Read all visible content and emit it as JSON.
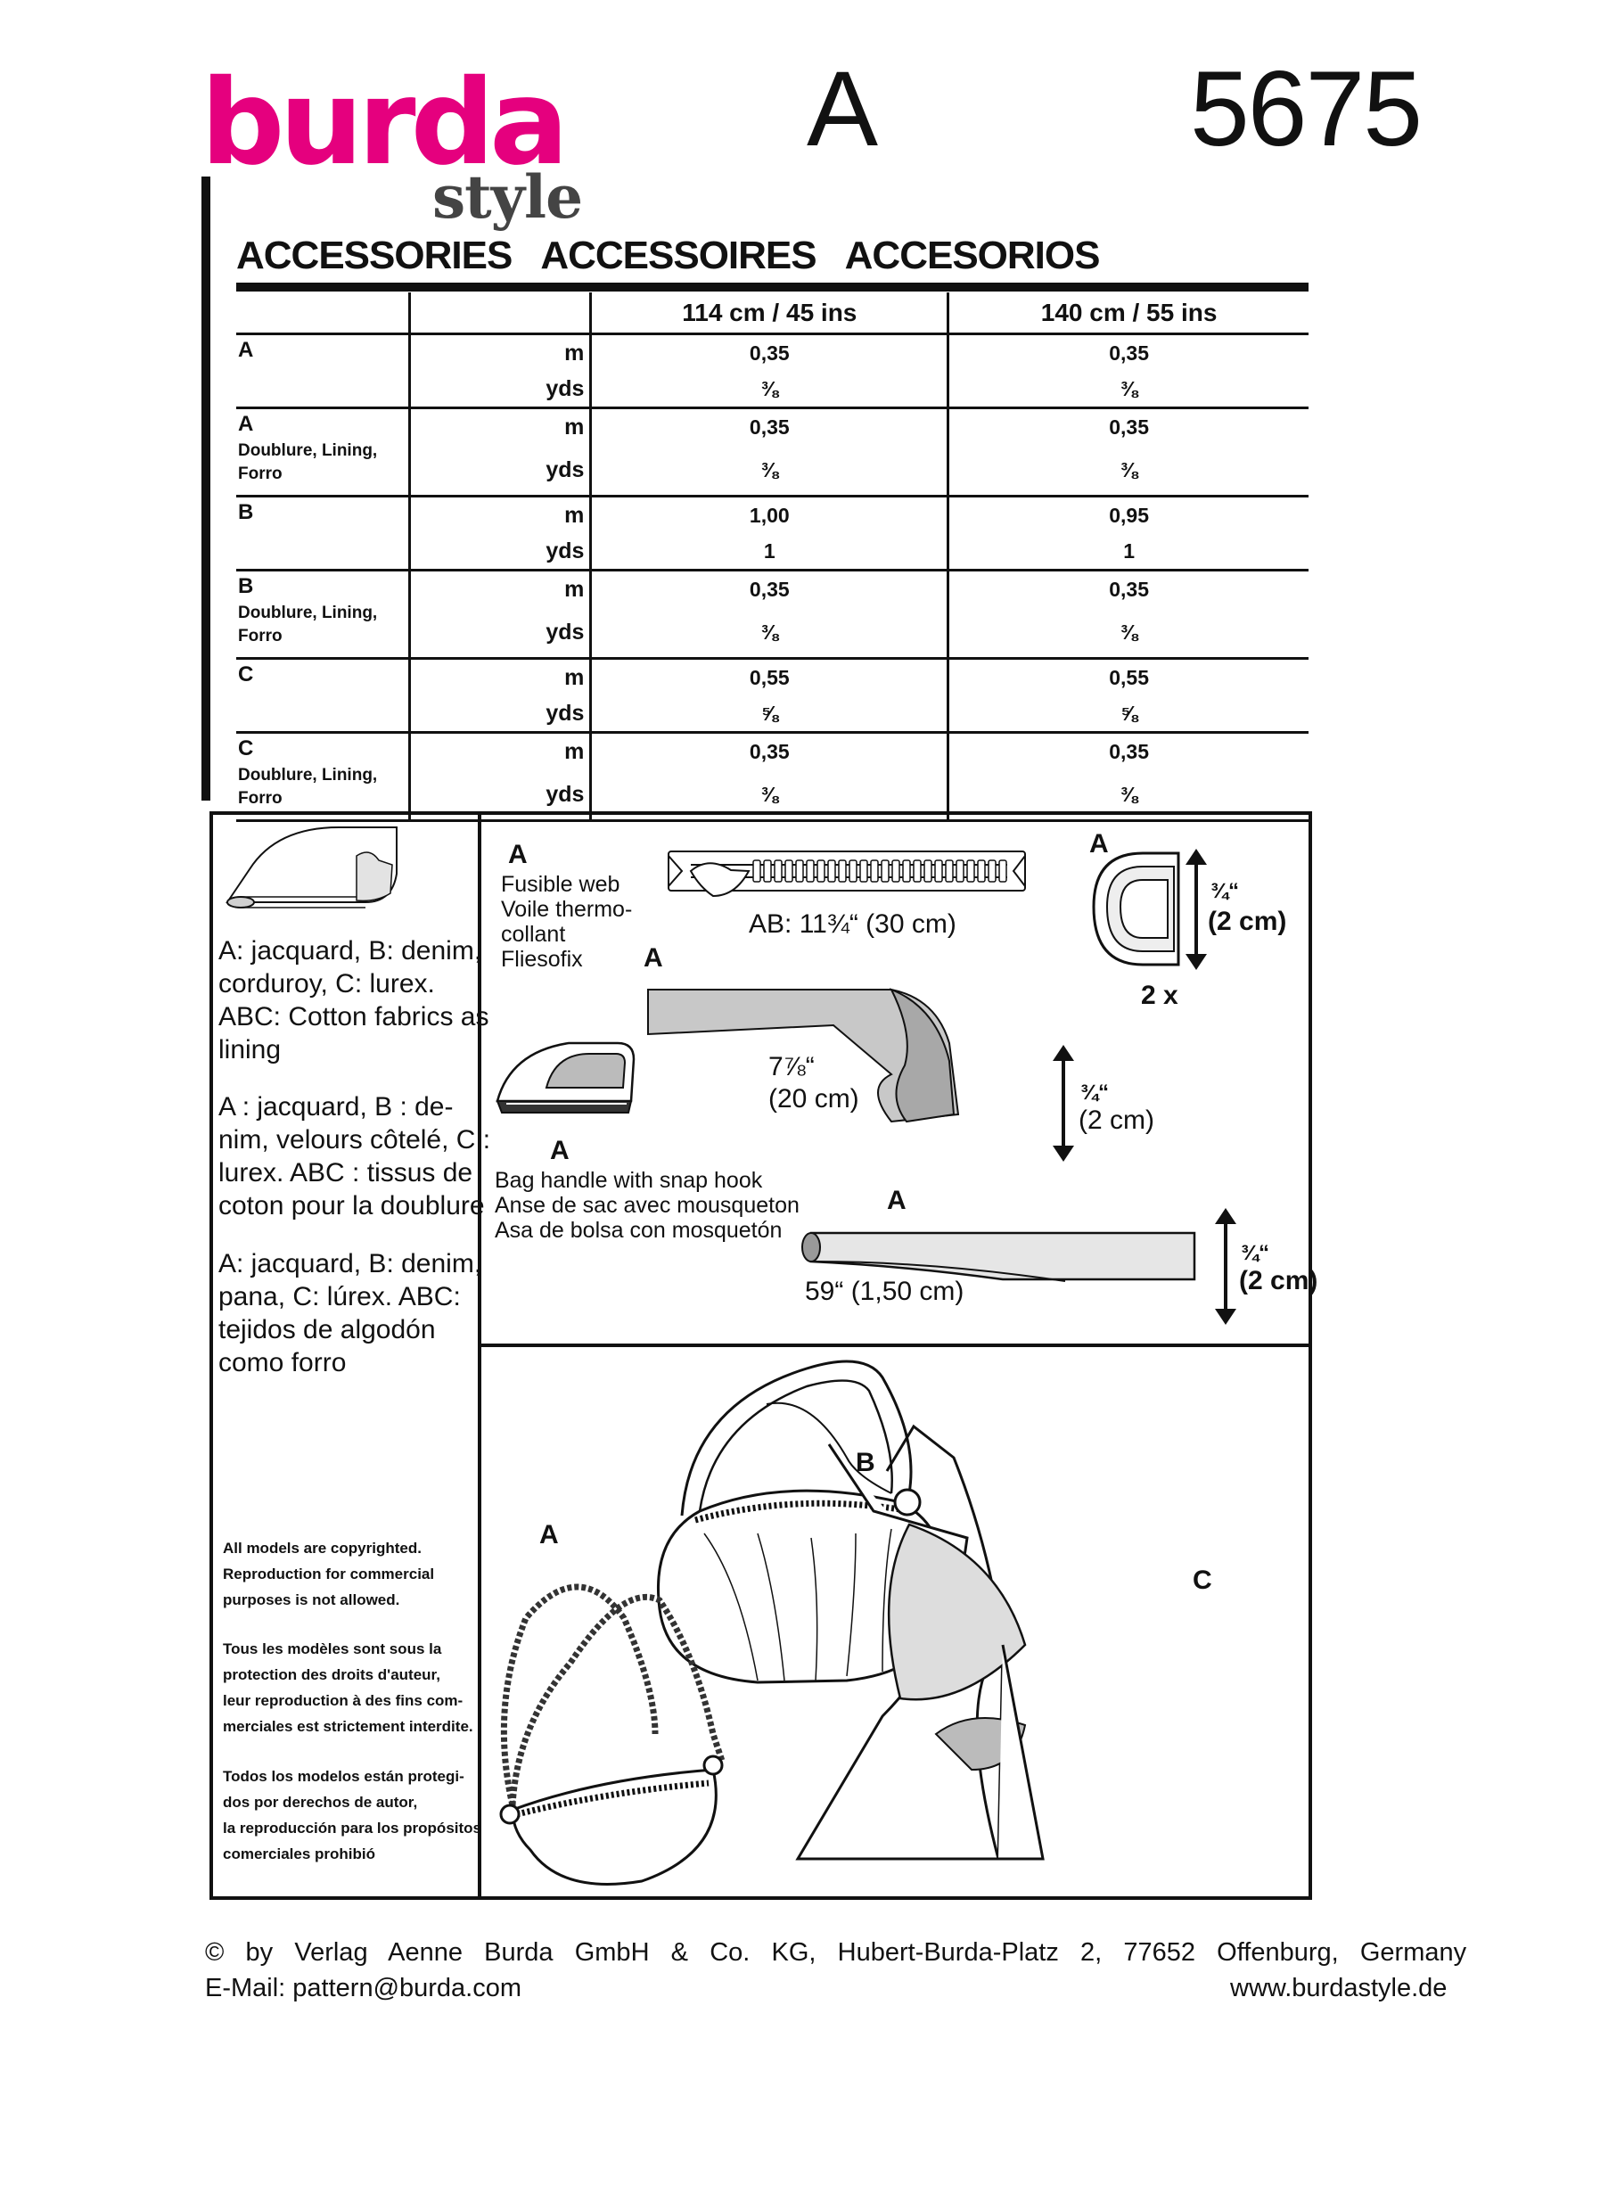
{
  "header": {
    "brand": "burda",
    "brand_sub": "style",
    "view": "A",
    "pattern_number": "5675",
    "title": "ACCESSORIES   ACCESSOIRES   ACCESORIOS"
  },
  "yardage": {
    "widths": [
      "114 cm / 45 ins",
      "140 cm / 55 ins"
    ],
    "rows": [
      {
        "view": "A",
        "sub": "",
        "units": [
          "m",
          "yds"
        ],
        "w1": [
          "0,35",
          "⅜"
        ],
        "w2": [
          "0,35",
          "⅜"
        ]
      },
      {
        "view": "A",
        "sub": "Doublure, Lining,\nForro",
        "units": [
          "m",
          "yds"
        ],
        "w1": [
          "0,35",
          "⅜"
        ],
        "w2": [
          "0,35",
          "⅜"
        ]
      },
      {
        "view": "B",
        "sub": "",
        "units": [
          "m",
          "yds"
        ],
        "w1": [
          "1,00",
          "1"
        ],
        "w2": [
          "0,95",
          "1"
        ]
      },
      {
        "view": "B",
        "sub": "Doublure, Lining,\nForro",
        "units": [
          "m",
          "yds"
        ],
        "w1": [
          "0,35",
          "⅜"
        ],
        "w2": [
          "0,35",
          "⅜"
        ]
      },
      {
        "view": "C",
        "sub": "",
        "units": [
          "m",
          "yds"
        ],
        "w1": [
          "0,55",
          "⅝"
        ],
        "w2": [
          "0,55",
          "⅝"
        ]
      },
      {
        "view": "C",
        "sub": "Doublure, Lining,\nForro",
        "units": [
          "m",
          "yds"
        ],
        "w1": [
          "0,35",
          "⅜"
        ],
        "w2": [
          "0,35",
          "⅜"
        ]
      }
    ]
  },
  "fabrics": {
    "en": "A: jacquard, B: denim,\ncorduroy, C: lurex.\nABC: Cotton fabrics as\nlining",
    "fr": "A : jacquard, B : de-\nnim, velours côtelé, C :\nlurex. ABC : tissus de\ncoton pour la doublure",
    "es": "A: jacquard, B: denim,\npana, C: lúrex. ABC:\ntejidos de algodón\ncomo forro"
  },
  "copyright_notice": {
    "en": "All models are copyrighted.\nReproduction for commercial\npurposes is not allowed.",
    "fr": "Tous les modèles sont sous la\nprotection des droits d'auteur,\nleur reproduction à des fins com-\nmerciales est strictement interdite.",
    "es": "Todos los modelos están protegi-\ndos por derechos de autor,\nla reproducción para los propósitos\ncomerciales prohibió"
  },
  "notions": {
    "fusible_view": "A",
    "fusible_label": "Fusible web\nVoile thermo-\ncollant\nFliesofix",
    "zipper_measure": "AB: 11¾“ (30 cm)",
    "ring_view": "A",
    "ring_w_top": "¾“",
    "ring_w_bottom": "(2 cm)",
    "ring_qty": "2 x",
    "tape_view": "A",
    "tape_length_top": "7⅞“",
    "tape_length_bottom": "(20 cm)",
    "tape_w_top": "¾“",
    "tape_w_bottom": "(2 cm)",
    "iron_view": "A",
    "handle_label": "Bag handle with snap hook\nAnse de sac avec mousqueton\nAsa de bolsa con mosquetón",
    "handle_view": "A",
    "handle_length": "59“ (1,50 cm)",
    "handle_w_top": "¾“",
    "handle_w_bottom": "(2 cm)"
  },
  "models": {
    "a": "A",
    "b": "B",
    "c": "C"
  },
  "footer": {
    "copyright": "©   by   Verlag   Aenne   Burda   GmbH   &   Co.   KG,   Hubert-Burda-Platz   2,   77652   Offenburg,   Germany",
    "email": "E-Mail: pattern@burda.com",
    "website": "www.burdastyle.de"
  }
}
